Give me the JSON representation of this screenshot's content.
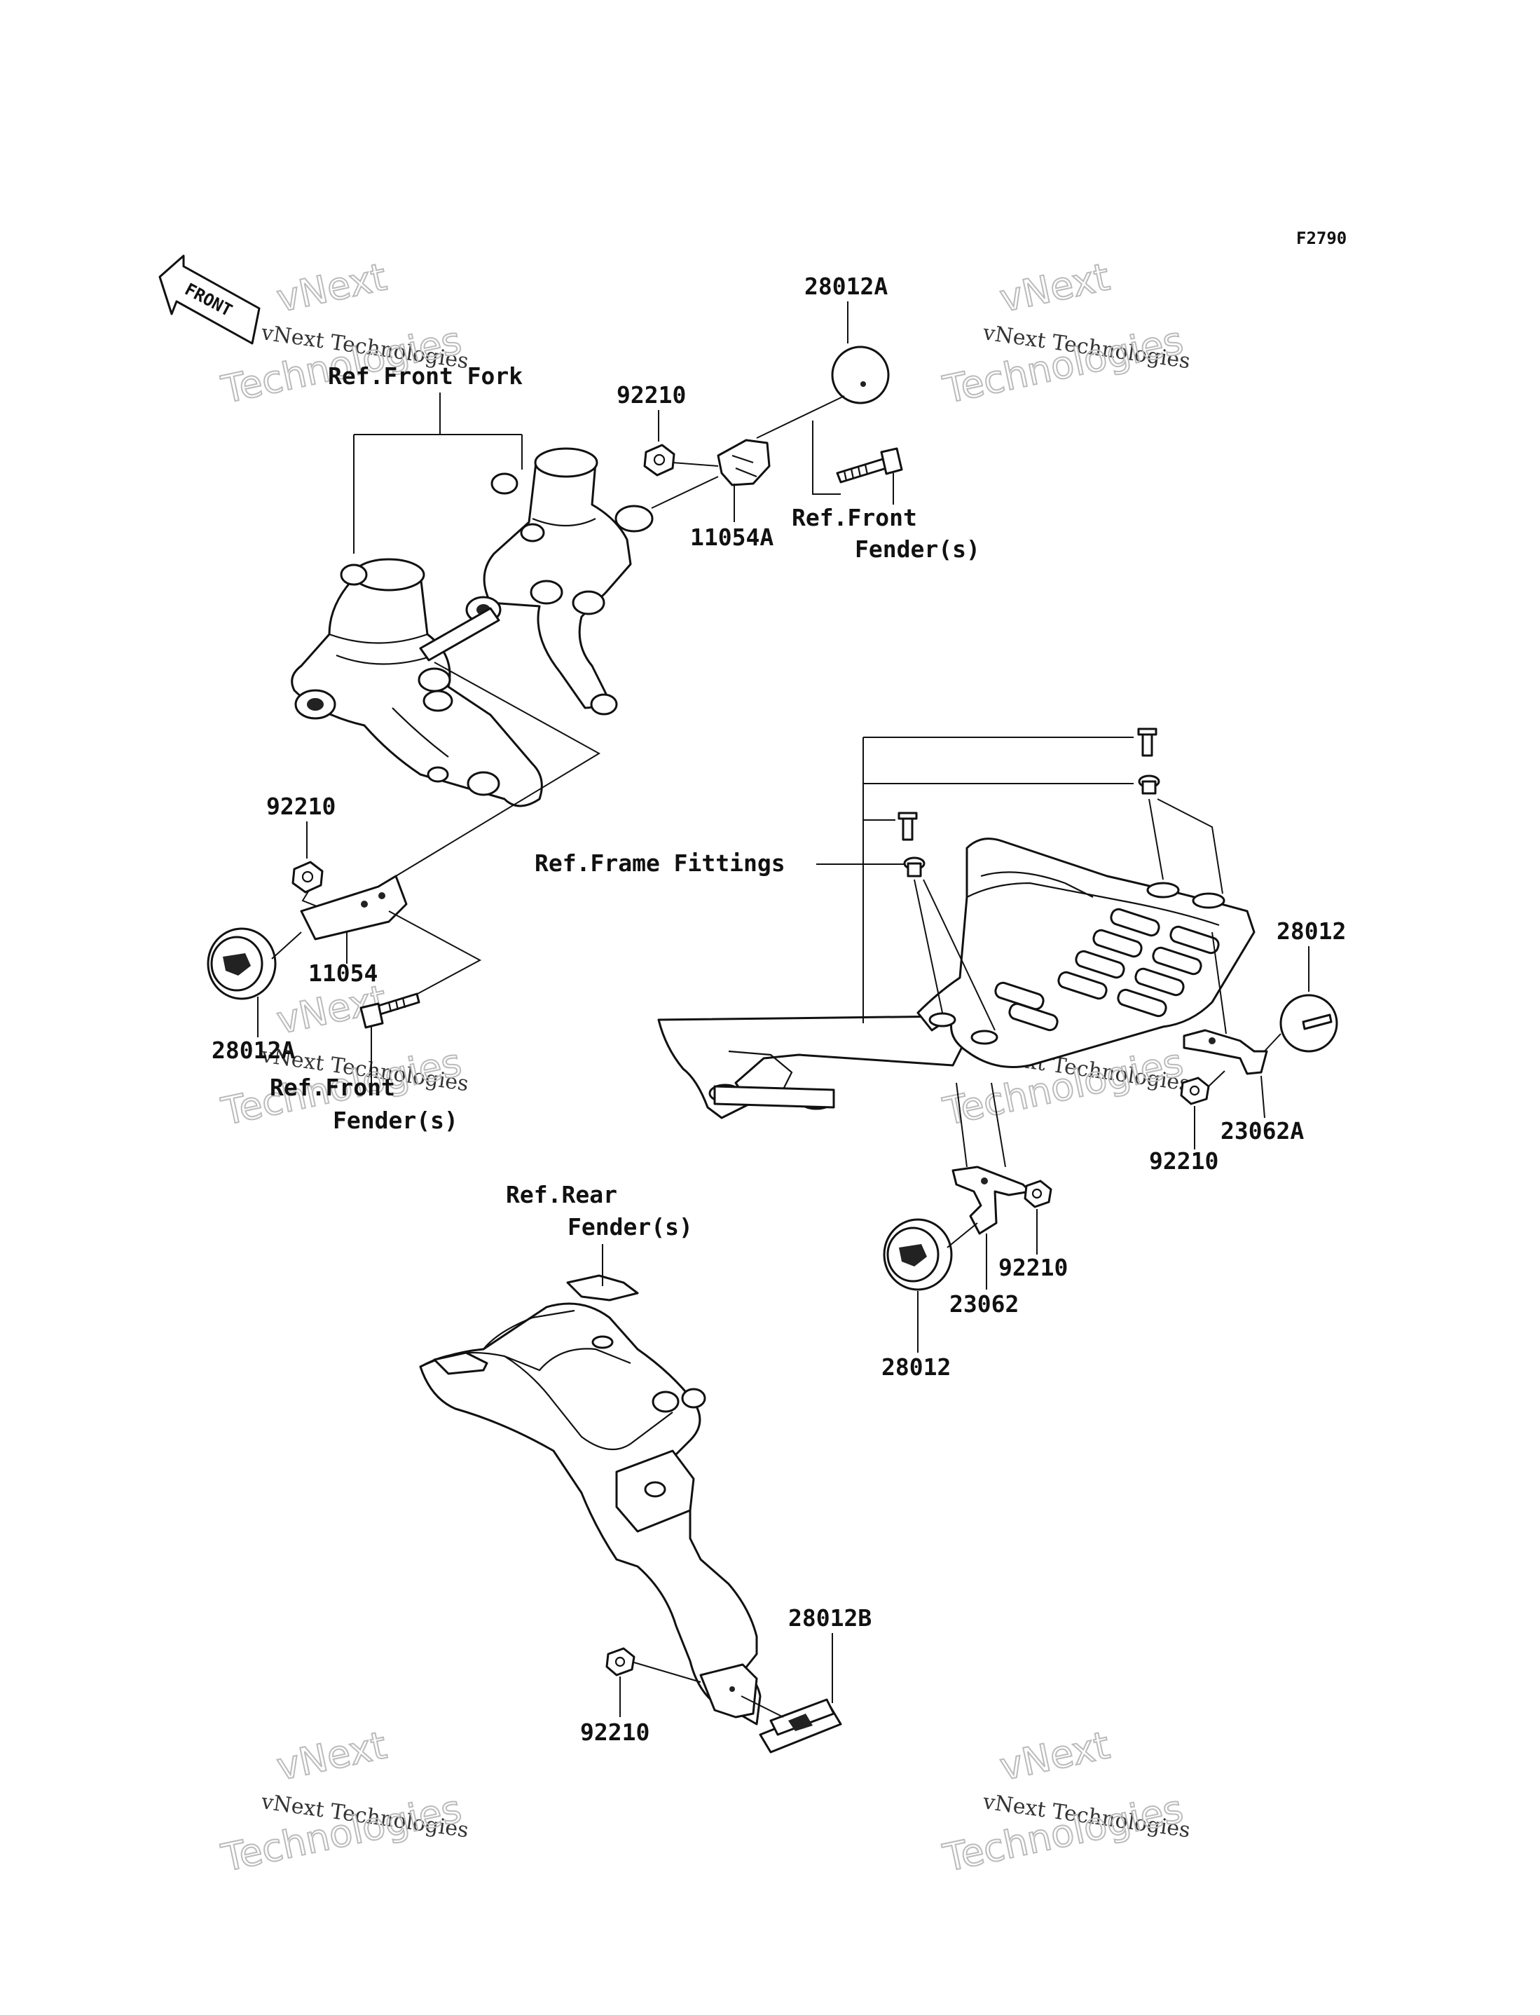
{
  "figure_code": "F2790",
  "front_label": "FRONT",
  "watermark": {
    "line1": "vNext",
    "line2": "vNext Technologies",
    "line3": "Technologies"
  },
  "labels": {
    "p28012A_top": "28012A",
    "p92210_top": "92210",
    "p11054A": "11054A",
    "ref_front_fork": "Ref.Front Fork",
    "ref_front_fender_top_1": "Ref.Front",
    "ref_front_fender_top_2": "Fender(s)",
    "p92210_left": "92210",
    "p11054": "11054",
    "p28012A_left": "28012A",
    "ref_front_fender_left_1": "Ref.Front",
    "ref_front_fender_left_2": "Fender(s)",
    "ref_frame_fittings": "Ref.Frame Fittings",
    "p28012_right": "28012",
    "p23062A": "23062A",
    "p92210_right": "92210",
    "p92210_mid": "92210",
    "p23062": "23062",
    "p28012_bottom": "28012",
    "ref_rear_fender_1": "Ref.Rear",
    "ref_rear_fender_2": "Fender(s)",
    "p28012B": "28012B",
    "p92210_bottom": "92210"
  }
}
